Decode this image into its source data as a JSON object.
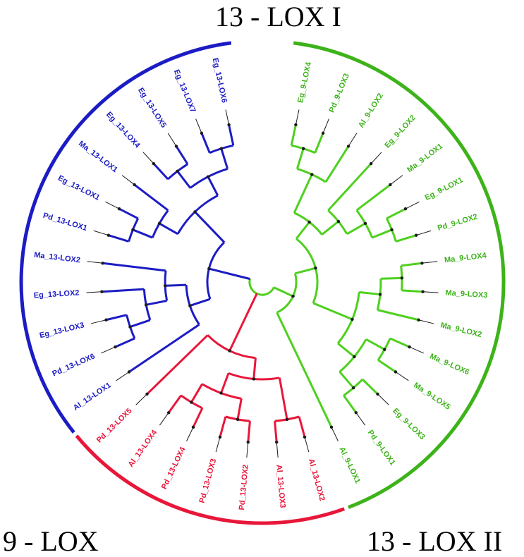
{
  "groups": {
    "lox13_1": {
      "title": "13 - LOX I",
      "color": "#e8173a"
    },
    "lox13_2": {
      "title": "13 - LOX II",
      "color": "#1c1cc4"
    },
    "lox9": {
      "title": "9 - LOX",
      "color": "#3db31a"
    }
  },
  "colors": {
    "leaf_line": "#1a1a1a",
    "node_dot": "#1a1a1a",
    "green_branch": "#4ed01e"
  },
  "tree": {
    "label": "",
    "group": null,
    "children": [
      {
        "label": "",
        "group": "lox9",
        "children": [
          {
            "label": "",
            "group": "lox9",
            "children": [
              {
                "label": "",
                "group": "lox9",
                "children": [
                  {
                    "label": "",
                    "group": "lox9",
                    "children": [
                      {
                        "label": "",
                        "group": "lox9",
                        "children": [
                          {
                            "label": "Eg_9-LOX4",
                            "group": "lox9"
                          },
                          {
                            "label": "Pd_9-LOX3",
                            "group": "lox9"
                          }
                        ]
                      },
                      {
                        "label": "Al_9-LOX2",
                        "group": "lox9"
                      }
                    ]
                  },
                  {
                    "label": "",
                    "group": "lox9",
                    "children": [
                      {
                        "label": "Eg_9-LOX2",
                        "group": "lox9"
                      },
                      {
                        "label": "",
                        "group": "lox9",
                        "children": [
                          {
                            "label": "Ma_9-LOX1",
                            "group": "lox9"
                          },
                          {
                            "label": "",
                            "group": "lox9",
                            "children": [
                              {
                                "label": "Eg_9-LOX1",
                                "group": "lox9"
                              },
                              {
                                "label": "Pd_9-LOX2",
                                "group": "lox9"
                              }
                            ]
                          }
                        ]
                      }
                    ]
                  }
                ]
              },
              {
                "label": "",
                "group": "lox9",
                "children": [
                  {
                    "label": "",
                    "group": "lox9",
                    "children": [
                      {
                        "label": "",
                        "group": "lox9",
                        "children": [
                          {
                            "label": "Ma_9-LOX4",
                            "group": "lox9"
                          },
                          {
                            "label": "Ma_9-LOX3",
                            "group": "lox9"
                          }
                        ]
                      },
                      {
                        "label": "Ma_9-LOX2",
                        "group": "lox9"
                      }
                    ]
                  },
                  {
                    "label": "",
                    "group": "lox9",
                    "children": [
                      {
                        "label": "",
                        "group": "lox9",
                        "children": [
                          {
                            "label": "Ma_9-LOX6",
                            "group": "lox9"
                          },
                          {
                            "label": "Ma_9-LOX5",
                            "group": "lox9"
                          }
                        ]
                      },
                      {
                        "label": "",
                        "group": "lox9",
                        "children": [
                          {
                            "label": "Eg_9-LOX3",
                            "group": "lox9"
                          },
                          {
                            "label": "Pd_9-LOX1",
                            "group": "lox9"
                          }
                        ]
                      }
                    ]
                  }
                ]
              }
            ]
          },
          {
            "label": "Al_9-LOX1",
            "group": "lox9"
          }
        ]
      },
      {
        "label": "",
        "group": "lox13_1",
        "children": [
          {
            "label": "",
            "group": "lox13_1",
            "children": [
              {
                "label": "",
                "group": "lox13_1",
                "children": [
                  {
                    "label": "Al_13-LOX2",
                    "group": "lox13_1"
                  },
                  {
                    "label": "Al_13-LOX3",
                    "group": "lox13_1"
                  }
                ]
              },
              {
                "label": "",
                "group": "lox13_1",
                "children": [
                  {
                    "label": "",
                    "group": "lox13_1",
                    "children": [
                      {
                        "label": "Pd_13-LOX2",
                        "group": "lox13_1"
                      },
                      {
                        "label": "Pd_13-LOX3",
                        "group": "lox13_1"
                      }
                    ]
                  },
                  {
                    "label": "",
                    "group": "lox13_1",
                    "children": [
                      {
                        "label": "Pd_13-LOX4",
                        "group": "lox13_1"
                      },
                      {
                        "label": "Al_13-LOX4",
                        "group": "lox13_1"
                      }
                    ]
                  }
                ]
              }
            ]
          },
          {
            "label": "Pd_13-LOX5",
            "group": "lox13_1"
          }
        ]
      },
      {
        "label": "",
        "group": "lox13_2",
        "children": [
          {
            "label": "",
            "group": "lox13_2",
            "children": [
              {
                "label": "Al_13-LOX1",
                "group": "lox13_2"
              },
              {
                "label": "",
                "group": "lox13_2",
                "children": [
                  {
                    "label": "",
                    "group": "lox13_2",
                    "children": [
                      {
                        "label": "",
                        "group": "lox13_2",
                        "children": [
                          {
                            "label": "Pd_13-LOX6",
                            "group": "lox13_2"
                          },
                          {
                            "label": "Eg_13-LOX3",
                            "group": "lox13_2"
                          }
                        ]
                      },
                      {
                        "label": "Eg_13-LOX2",
                        "group": "lox13_2"
                      }
                    ]
                  },
                  {
                    "label": "Ma_13-LOX2",
                    "group": "lox13_2"
                  }
                ]
              }
            ]
          },
          {
            "label": "",
            "group": "lox13_2",
            "children": [
              {
                "label": "",
                "group": "lox13_2",
                "children": [
                  {
                    "label": "",
                    "group": "lox13_2",
                    "children": [
                      {
                        "label": "Pd_13-LOX1",
                        "group": "lox13_2"
                      },
                      {
                        "label": "Eg_13-LOX1",
                        "group": "lox13_2"
                      }
                    ]
                  },
                  {
                    "label": "Ma_13-LOX1",
                    "group": "lox13_2"
                  }
                ]
              },
              {
                "label": "",
                "group": "lox13_2",
                "children": [
                  {
                    "label": "",
                    "group": "lox13_2",
                    "children": [
                      {
                        "label": "Eg_13-LOX4",
                        "group": "lox13_2"
                      },
                      {
                        "label": "Eg_13-LOX5",
                        "group": "lox13_2"
                      }
                    ]
                  },
                  {
                    "label": "",
                    "group": "lox13_2",
                    "children": [
                      {
                        "label": "Eg_13-LOX7",
                        "group": "lox13_2"
                      },
                      {
                        "label": "Eg_13-LOX6",
                        "group": "lox13_2"
                      }
                    ]
                  }
                ]
              }
            ]
          }
        ]
      }
    ]
  }
}
